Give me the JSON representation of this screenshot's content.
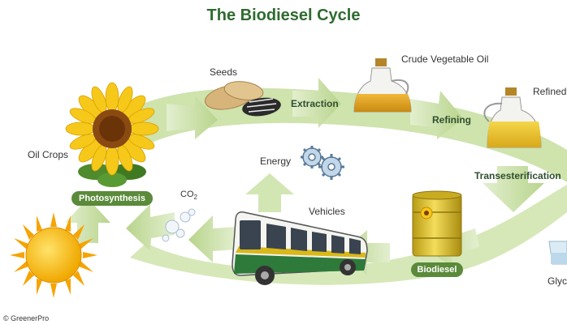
{
  "title": "The Biodiesel Cycle",
  "copyright": "© GreenerPro",
  "labels": {
    "seeds": "Seeds",
    "crude_oil": "Crude Vegetable Oil",
    "refined_oil": "Refined",
    "extraction": "Extraction",
    "refining": "Refining",
    "transesterification": "Transesterification",
    "oil_crops": "Oil Crops",
    "photosynthesis": "Photosynthesis",
    "energy": "Energy",
    "co2": "CO",
    "co2_sub": "2",
    "vehicles": "Vehicles",
    "biodiesel": "Biodiesel",
    "glycerin": "Glyc"
  },
  "icons": {
    "sun": "sun-icon",
    "sunflower": "sunflower-icon",
    "seeds": "seeds-icon",
    "crude_jug": "oil-jug-icon",
    "refined_jug": "refined-oil-jug-icon",
    "gears": "gears-icon",
    "bubbles": "co2-bubbles-icon",
    "bus": "bus-icon",
    "barrel": "barrel-icon",
    "glycerin_glass": "glycerin-glass-icon"
  },
  "colors": {
    "title": "#2e6b2f",
    "cycle_green": "#c9e0a8",
    "pill_green": "#5a8a3a",
    "oil": "#d9a21c",
    "sun": "#f5b800"
  }
}
